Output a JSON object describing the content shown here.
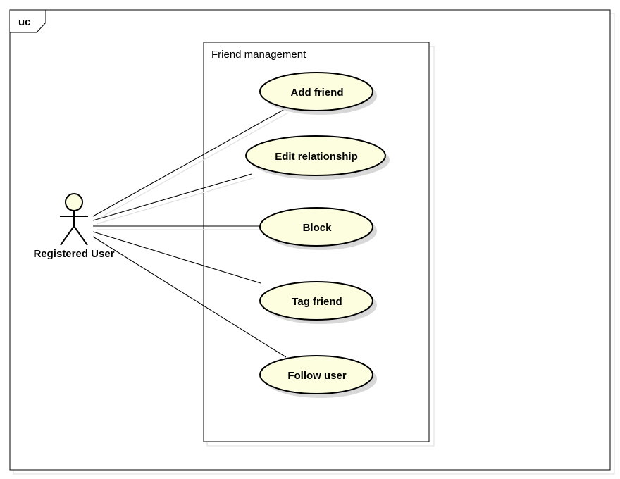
{
  "diagram": {
    "type": "UML use case diagram",
    "frame_label": "uc",
    "system": {
      "name": "Friend management"
    },
    "actor": {
      "name": "Registered User"
    },
    "use_cases": [
      {
        "id": "add-friend",
        "label": "Add friend"
      },
      {
        "id": "edit-relationship",
        "label": "Edit relationship"
      },
      {
        "id": "block",
        "label": "Block"
      },
      {
        "id": "tag-friend",
        "label": "Tag friend"
      },
      {
        "id": "follow-user",
        "label": "Follow user"
      }
    ],
    "associations": [
      {
        "from": "Registered User",
        "to": "Add friend"
      },
      {
        "from": "Registered User",
        "to": "Edit relationship"
      },
      {
        "from": "Registered User",
        "to": "Block"
      },
      {
        "from": "Registered User",
        "to": "Tag friend"
      },
      {
        "from": "Registered User",
        "to": "Follow user"
      }
    ],
    "colors": {
      "use_case_fill": "#fdfde0",
      "stroke": "#000000",
      "shadow": "#d8d8d8"
    }
  }
}
